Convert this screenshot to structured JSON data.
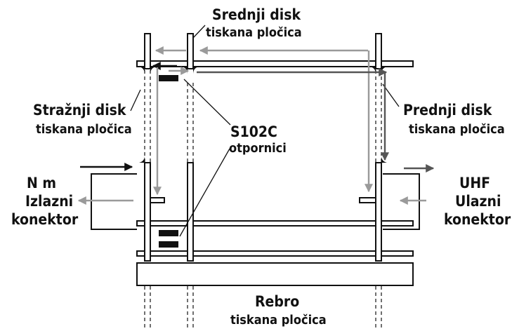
{
  "labels": {
    "middle_disk": {
      "line1": "Srednji disk",
      "line2": "tiskana pločica"
    },
    "rear_disk": {
      "line1": "Stražnji disk",
      "line2": "tiskana pločica"
    },
    "front_disk": {
      "line1": "Prednji disk",
      "line2": "tiskana pločica"
    },
    "resistors": {
      "line1": "S102C",
      "line2": "otpornici"
    },
    "output_connector": {
      "line1": "N m",
      "line2": "Izlazni",
      "line3": "konektor"
    },
    "input_connector": {
      "line1": "UHF",
      "line2": "Ulazni",
      "line3": "konektor"
    },
    "rib": {
      "line1": "Rebro",
      "line2": "tiskana pločica"
    }
  },
  "colors": {
    "structure": "#111111",
    "signal_dark": "#555555",
    "signal_light": "#9a9a9a",
    "background": "#ffffff"
  }
}
